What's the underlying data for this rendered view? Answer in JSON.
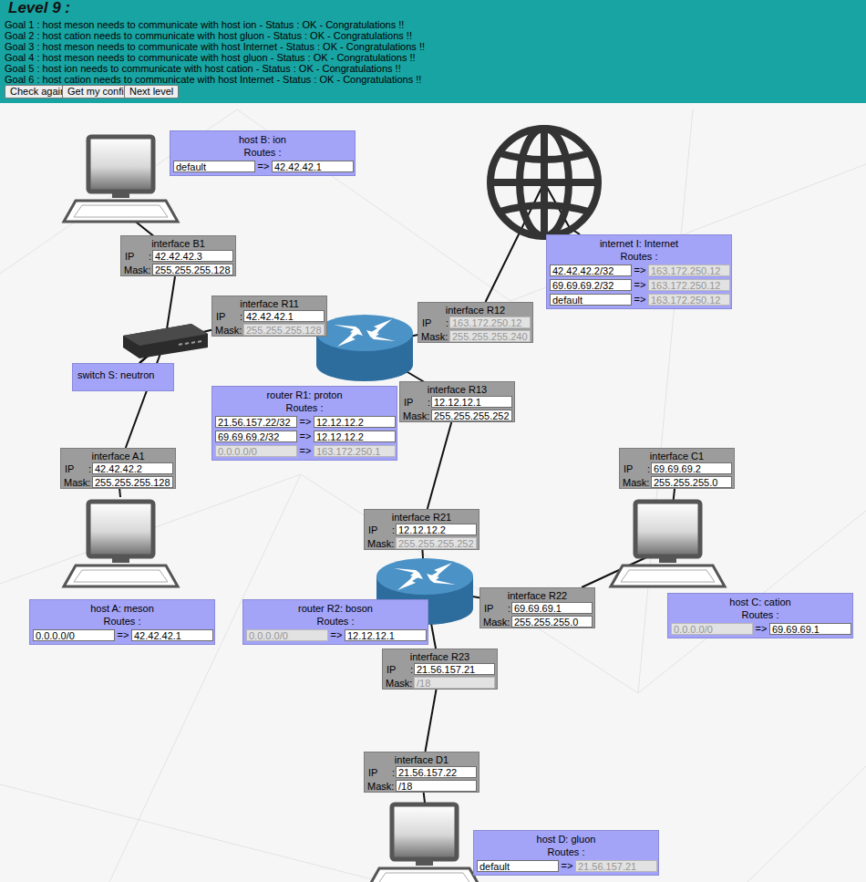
{
  "diagram": {
    "title": "Level 9 :",
    "nodes": [
      {
        "text": [
          "Goal 1 : host meson needs to communicate with host ion - Status : OK - Congratulations !!",
          "Goal 2 : host cation needs to communicate with host gluon - Status : OK - Congratulations !!",
          "Goal 3 : host meson needs to communicate with host Internet - Status : OK - Congratulations !!",
          "Goal 4 : host meson needs to communicate with host gluon - Status : OK - Congratulations !!",
          "Goal 5 : host ion needs to communicate with host cation - Status : OK - Congratulations !!",
          "Goal 6 : host cation needs to communicate with host Internet - Status : OK - Congratulations !!"
        ]
      },
      {
        "text": [
          "Check again"
        ],
        "in": 0
      },
      {
        "text": [
          "Get my config"
        ],
        "in": 0
      },
      {
        "text": [
          "Next level"
        ],
        "in": 0
      },
      {
        "text": [
          "host B: ion",
          "Routes :",
          "=>"
        ]
      },
      {
        "text": [
          "default"
        ],
        "in": 4
      },
      {
        "text": [
          "42.42.42.1"
        ],
        "in": 4
      },
      {
        "text": [
          "internet I: Internet",
          "Routes :",
          "=>",
          "=>",
          "=>"
        ]
      },
      {
        "text": [
          "42.42.42.2/32"
        ],
        "in": 7
      },
      {
        "text": [
          "163.172.250.12"
        ],
        "in": 7
      },
      {
        "text": [
          "69.69.69.2/32"
        ],
        "in": 7
      },
      {
        "text": [
          "163.172.250.12"
        ],
        "in": 7
      },
      {
        "text": [
          "default"
        ],
        "in": 7
      },
      {
        "text": [
          "163.172.250.12"
        ],
        "in": 7
      },
      {
        "text": [
          "interface B1",
          "IP",
          ":",
          "Mask:"
        ]
      },
      {
        "text": [
          "42.42.42.3"
        ],
        "in": 14
      },
      {
        "text": [
          "255.255.255.128"
        ],
        "in": 14
      },
      {
        "text": [
          "interface R11",
          "IP",
          ":",
          "Mask:"
        ]
      },
      {
        "text": [
          "42.42.42.1"
        ],
        "in": 17
      },
      {
        "text": [
          "255.255.255.128"
        ],
        "in": 17
      },
      {
        "text": [
          "interface R12",
          "IP",
          ":",
          "Mask:"
        ]
      },
      {
        "text": [
          "163.172.250.12"
        ],
        "in": 20
      },
      {
        "text": [
          "255.255.255.240"
        ],
        "in": 20
      },
      {
        "text": [
          "switch S: neutron"
        ]
      },
      {
        "text": [
          "interface R13",
          "IP",
          ":",
          "Mask:"
        ]
      },
      {
        "text": [
          "12.12.12.1"
        ],
        "in": 24
      },
      {
        "text": [
          "255.255.255.252"
        ],
        "in": 24
      },
      {
        "text": [
          "router R1: proton",
          "Routes :",
          "=>",
          "=>",
          "=>"
        ]
      },
      {
        "text": [
          "21.56.157.22/32"
        ],
        "in": 27
      },
      {
        "text": [
          "12.12.12.2"
        ],
        "in": 27
      },
      {
        "text": [
          "69.69.69.2/32"
        ],
        "in": 27
      },
      {
        "text": [
          "12.12.12.2"
        ],
        "in": 27
      },
      {
        "text": [
          "0.0.0.0/0"
        ],
        "in": 27
      },
      {
        "text": [
          "163.172.250.1"
        ],
        "in": 27
      },
      {
        "text": [
          "interface A1",
          "IP",
          ":",
          "Mask:"
        ]
      },
      {
        "text": [
          "42.42.42.2"
        ],
        "in": 34
      },
      {
        "text": [
          "255.255.255.128"
        ],
        "in": 34
      },
      {
        "text": [
          "interface C1",
          "IP",
          ":",
          "Mask:"
        ]
      },
      {
        "text": [
          "69.69.69.2"
        ],
        "in": 37
      },
      {
        "text": [
          "255.255.255.0"
        ],
        "in": 37
      },
      {
        "text": [
          "interface R21",
          "IP",
          ":",
          "Mask:"
        ]
      },
      {
        "text": [
          "12.12.12.2"
        ],
        "in": 40
      },
      {
        "text": [
          "255.255.255.252"
        ],
        "in": 40
      },
      {
        "text": [
          "host A: meson",
          "Routes :",
          "=>"
        ]
      },
      {
        "text": [
          "0.0.0.0/0"
        ],
        "in": 43
      },
      {
        "text": [
          "42.42.42.1"
        ],
        "in": 43
      },
      {
        "text": [
          "router R2: boson",
          "Routes :",
          "=>"
        ]
      },
      {
        "text": [
          "0.0.0.0/0"
        ],
        "in": 46
      },
      {
        "text": [
          "12.12.12.1"
        ],
        "in": 46
      },
      {
        "text": [
          "interface R22",
          "IP",
          ":",
          "Mask:"
        ]
      },
      {
        "text": [
          "69.69.69.1"
        ],
        "in": 49
      },
      {
        "text": [
          "255.255.255.0"
        ],
        "in": 49
      },
      {
        "text": [
          "host C: cation",
          "Routes :",
          "=>"
        ]
      },
      {
        "text": [
          "0.0.0.0/0"
        ],
        "in": 52
      },
      {
        "text": [
          "69.69.69.1"
        ],
        "in": 52
      },
      {
        "text": [
          "interface R23",
          "IP",
          ":",
          "Mask:"
        ]
      },
      {
        "text": [
          "21.56.157.21"
        ],
        "in": 55
      },
      {
        "text": [
          "/18"
        ],
        "in": 55
      },
      {
        "text": [
          "interface D1",
          "IP",
          ":",
          "Mask:"
        ]
      },
      {
        "text": [
          "21.56.157.22"
        ],
        "in": 58
      },
      {
        "text": [
          "/18"
        ],
        "in": 58
      },
      {
        "text": [
          "host D: gluon",
          "Routes :",
          "=>"
        ]
      },
      {
        "text": [
          "default"
        ],
        "in": 61
      },
      {
        "text": [
          "21.56.157.21"
        ],
        "in": 61
      }
    ],
    "edges": [
      {
        "from": 14,
        "to": 23,
        "arrow": "none"
      },
      {
        "from": 17,
        "to": 23,
        "arrow": "none"
      },
      {
        "from": 34,
        "to": 23,
        "arrow": "none"
      },
      {
        "from": 20,
        "to": 7,
        "arrow": "none"
      },
      {
        "from": 24,
        "to": 40,
        "arrow": "none"
      },
      {
        "from": 49,
        "to": 37,
        "arrow": "none"
      },
      {
        "from": 55,
        "to": 58,
        "arrow": "none"
      }
    ]
  }
}
